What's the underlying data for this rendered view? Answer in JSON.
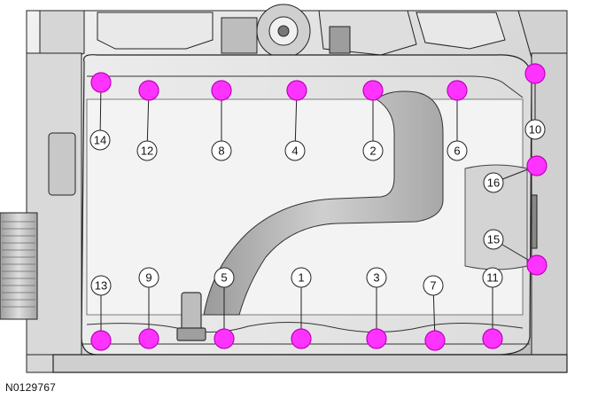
{
  "diagram": {
    "figure_id": "N0129767",
    "colors": {
      "bolt_marker": "#ff33ff",
      "bolt_marker_edge": "#c000c0",
      "line": "#222222",
      "metal_light": "#e6e6e6",
      "metal_mid": "#c4c4c4",
      "metal_dark": "#8f8f8f"
    },
    "bolts": [
      {
        "label": "14"
      },
      {
        "label": "12"
      },
      {
        "label": "8"
      },
      {
        "label": "4"
      },
      {
        "label": "2"
      },
      {
        "label": "6"
      },
      {
        "label": "10"
      },
      {
        "label": "16"
      },
      {
        "label": "15"
      },
      {
        "label": "13"
      },
      {
        "label": "9"
      },
      {
        "label": "5"
      },
      {
        "label": "1"
      },
      {
        "label": "3"
      },
      {
        "label": "7"
      },
      {
        "label": "11"
      }
    ]
  }
}
